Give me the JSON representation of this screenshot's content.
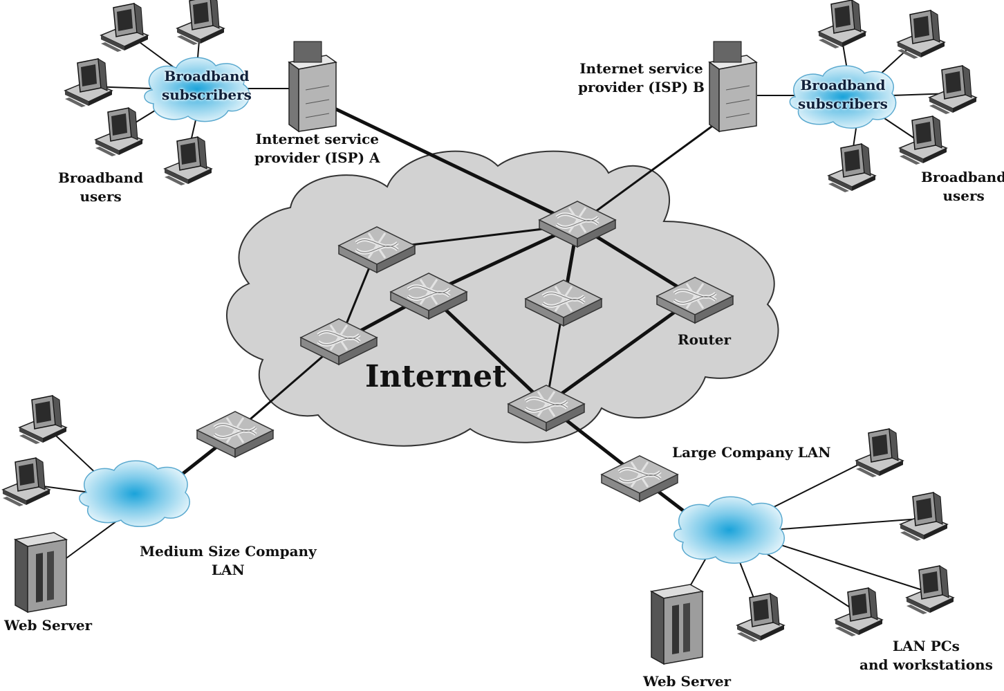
{
  "title": "Internet",
  "colors": {
    "internet_cloud": "#d2d2d2",
    "lan_cloud_core": "#1fa6dc",
    "lan_cloud_edge": "#dff3fb",
    "line": "#111111",
    "router_top": "#b9b9b9"
  },
  "labels": {
    "isp_a": [
      "Internet service",
      "provider (ISP) A"
    ],
    "isp_b": [
      "Internet service",
      "provider (ISP) B"
    ],
    "broadband_subscribers_left": [
      "Broadband",
      "subscribers"
    ],
    "broadband_subscribers_right": [
      "Broadband",
      "subscribers"
    ],
    "broadband_users_left": [
      "Broadband",
      "users"
    ],
    "broadband_users_right": [
      "Broadband",
      "users"
    ],
    "router": "Router",
    "large_company_lan": "Large Company LAN",
    "medium_company_lan": [
      "Medium Size Company",
      "LAN"
    ],
    "web_server_left": "Web Server",
    "web_server_right": "Web Server",
    "lan_pcs": [
      "LAN PCs",
      "and workstations"
    ]
  },
  "icons": {
    "router": "router-icon",
    "pc": "pc-icon",
    "server": "server-icon",
    "cloud": "cloud-icon"
  }
}
